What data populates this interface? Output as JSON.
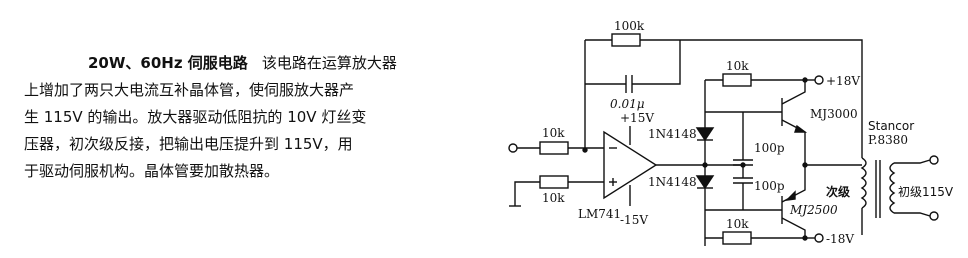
{
  "description": {
    "title": "20W、60Hz 伺服电路",
    "line1_rest": "该电路在运算放大器",
    "line2": "上增加了两只大电流互补晶体管，使伺服放大器产",
    "line3": "生 115V 的输出。放大器驱动低阻抗的 10V 灯丝变",
    "line4": "压器，初次级反接，把输出电压提升到 115V，用",
    "line5": "于驱动伺服机构。晶体管要加散热器。"
  },
  "schematic": {
    "labels": {
      "r_feedback": "100k",
      "c_feedback": "0.01μ",
      "r_in1": "10k",
      "r_in2": "10k",
      "opamp": "LM741",
      "vplus": "+15V",
      "vminus": "-15V",
      "diode1": "1N4148",
      "diode2": "1N4148",
      "r_top": "10k",
      "r_bottom": "10k",
      "c1": "100p",
      "c2": "100p",
      "q1": "MJ3000",
      "q2": "MJ2500",
      "supply_pos": "+18V",
      "supply_neg": "-18V",
      "xfmr_brand": "Stancor",
      "xfmr_model": "P.8380",
      "secondary": "次级",
      "primary": "初级115V"
    }
  }
}
